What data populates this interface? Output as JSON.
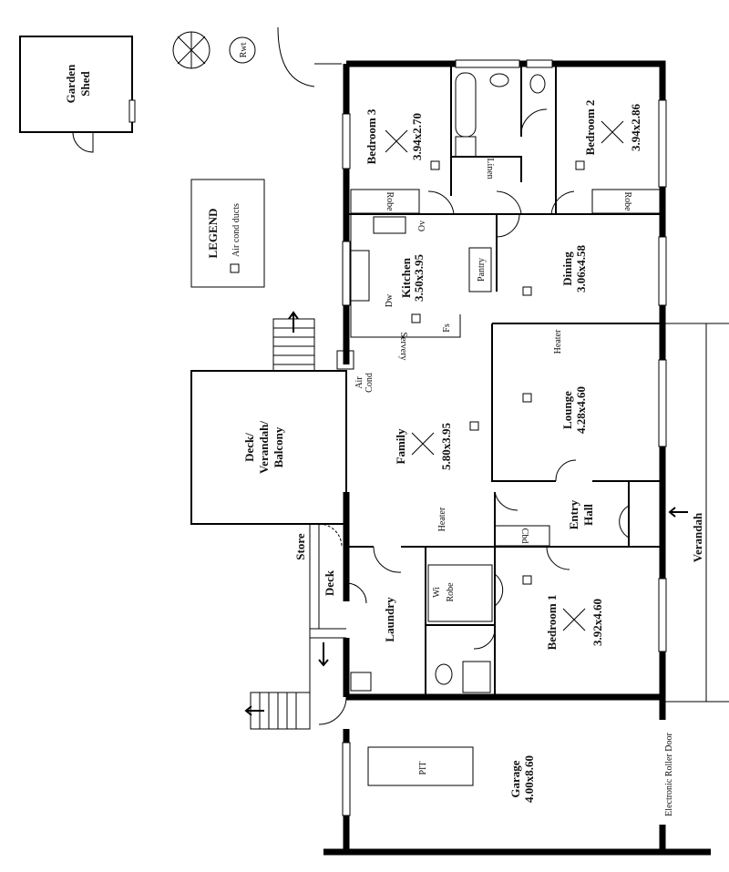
{
  "plan": {
    "garden_shed": [
      "Garden",
      "Shed"
    ],
    "rainwater_tank": "Rwt",
    "legend": {
      "title": "LEGEND",
      "item": "Air cond ducts"
    },
    "rooms": {
      "bedroom3": {
        "name": "Bedroom 3",
        "size": "3.94x2.70"
      },
      "bedroom2": {
        "name": "Bedroom 2",
        "size": "3.94x2.86"
      },
      "kitchen": {
        "name": "Kitchen",
        "size": "3.50x3.95"
      },
      "dining": {
        "name": "Dining",
        "size": "3.06x4.58"
      },
      "lounge": {
        "name": "Lounge",
        "size": "4.28x4.60"
      },
      "family": {
        "name": "Family",
        "size": "5.80x3.95"
      },
      "bedroom1": {
        "name": "Bedroom 1",
        "size": "3.92x4.60"
      },
      "garage": {
        "name": "Garage",
        "size": "4.00x8.60"
      },
      "entry": [
        "Entry",
        "Hall"
      ],
      "laundry": "Laundry",
      "deck_balcony": [
        "Deck/",
        "Verandah/",
        "Balcony"
      ]
    },
    "labels": {
      "robe": "Robe",
      "linen": "Linen",
      "oven": "Ov",
      "dishwasher": "Dw",
      "pantry": "Pantry",
      "fridge": "Fs",
      "servery": "Servery",
      "heater": "Heater",
      "air_cond": [
        "Air",
        "Cond"
      ],
      "store": "Store",
      "deck": "Deck",
      "wi_robe": [
        "Wi",
        "Robe"
      ],
      "cupboard": "Cbd",
      "verandah": "Verandah",
      "pit": "PIT",
      "roller_door": "Electronic Roller Door"
    }
  }
}
